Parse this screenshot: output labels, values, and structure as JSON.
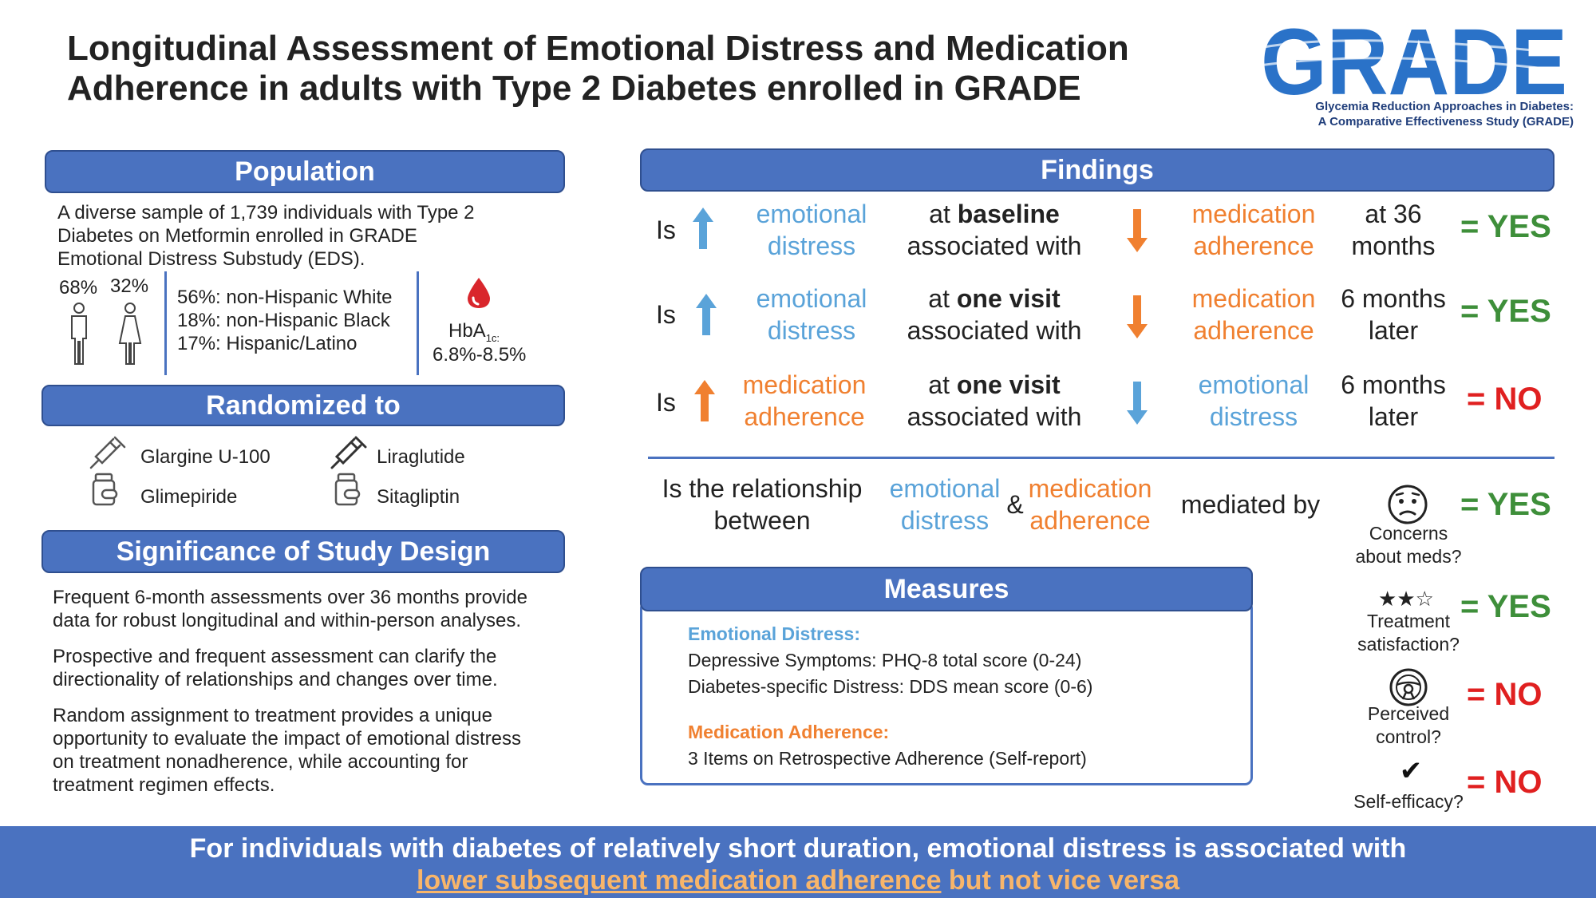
{
  "title": {
    "line1": "Longitudinal Assessment of Emotional Distress and Medication",
    "line2": "Adherence in adults with Type 2 Diabetes enrolled in GRADE"
  },
  "logo": {
    "word": "GRADE",
    "sub1": "Glycemia Reduction Approaches in Diabetes:",
    "sub2": "A Comparative Effectiveness Study (GRADE)"
  },
  "population": {
    "header": "Population",
    "line1": "A diverse sample of 1,739 individuals with Type 2",
    "line2": "Diabetes on Metformin enrolled in GRADE",
    "line3": "Emotional Distress Substudy (EDS).",
    "male_pct": "68%",
    "female_pct": "32%",
    "eth1": "56%: non-Hispanic White",
    "eth2": "18%: non-Hispanic Black",
    "eth3": "17%: Hispanic/Latino",
    "hba1c_label": "HbA",
    "hba1c_sub": "1c:",
    "hba1c_range": "6.8%-8.5%"
  },
  "randomized": {
    "header": "Randomized to",
    "drug1": "Glargine U-100",
    "drug2": "Liraglutide",
    "drug3": "Glimepiride",
    "drug4": "Sitagliptin"
  },
  "significance": {
    "header": "Significance of Study Design",
    "p1a": "Frequent 6-month assessments over 36 months provide",
    "p1b": "data for robust longitudinal and within-person analyses.",
    "p2a": "Prospective and frequent assessment can clarify the",
    "p2b": "directionality of relationships and changes over time.",
    "p3a": "Random assignment to treatment provides a unique",
    "p3b": "opportunity to evaluate the impact of emotional distress",
    "p3c": "on treatment nonadherence, while accounting for",
    "p3d": "treatment regimen effects."
  },
  "findings": {
    "header": "Findings",
    "is": "Is",
    "row1": {
      "a1": "emotional",
      "a2": "distress",
      "m1a": "at ",
      "m1b": "baseline",
      "m2": "associated with",
      "b1": "medication",
      "b2": "adherence",
      "t1": "at 36",
      "t2": "months",
      "verdict": "= YES"
    },
    "row2": {
      "a1": "emotional",
      "a2": "distress",
      "m1a": "at ",
      "m1b": "one visit",
      "m2": "associated with",
      "b1": "medication",
      "b2": "adherence",
      "t1": "6 months",
      "t2": "later",
      "verdict": "= YES"
    },
    "row3": {
      "a1": "medication",
      "a2": "adherence",
      "m1a": "at ",
      "m1b": "one visit",
      "m2": "associated with",
      "b1": "emotional",
      "b2": "distress",
      "t1": "6 months",
      "t2": "later",
      "verdict": "= NO"
    },
    "med1": "Is the relationship",
    "med2": "between",
    "med_a1": "emotional",
    "med_a2": "distress",
    "amp": "&",
    "med_b1": "medication",
    "med_b2": "adherence",
    "mediated": "mediated by"
  },
  "mediators": [
    {
      "l1": "Concerns",
      "l2": "about meds?",
      "verdict": "= YES"
    },
    {
      "l1": "Treatment",
      "l2": "satisfaction?",
      "verdict": "= YES",
      "stars": "★★☆"
    },
    {
      "l1": "Perceived",
      "l2": "control?",
      "verdict": "= NO"
    },
    {
      "l1": "Self-efficacy?",
      "verdict": "= NO",
      "check": "✔"
    }
  ],
  "measures": {
    "header": "Measures",
    "ed_title": "Emotional Distress:",
    "ed1": "Depressive Symptoms: PHQ-8 total score (0-24)",
    "ed2": "Diabetes-specific Distress: DDS mean score (0-6)",
    "ma_title": "Medication Adherence:",
    "ma1": "3 Items on Retrospective Adherence (Self-report)"
  },
  "footer": {
    "line1": "For individuals with diabetes of relatively short duration, emotional distress is associated with",
    "line2_ul": "lower subsequent medication adherence",
    "line2_rest": " but not vice versa"
  },
  "colors": {
    "banner": "#4a72c0",
    "blue_text": "#5aa3d9",
    "orange_text": "#f08030",
    "yes": "#3e8f3a",
    "no": "#e02020"
  },
  "icons": {
    "male": "male-person-icon",
    "female": "female-person-icon",
    "drop": "blood-drop-icon",
    "syringe": "syringe-icon",
    "pill": "pill-bottle-icon",
    "up": "arrow-up-icon",
    "down": "arrow-down-icon",
    "worried": "worried-face-icon",
    "wheel": "steering-wheel-icon"
  }
}
